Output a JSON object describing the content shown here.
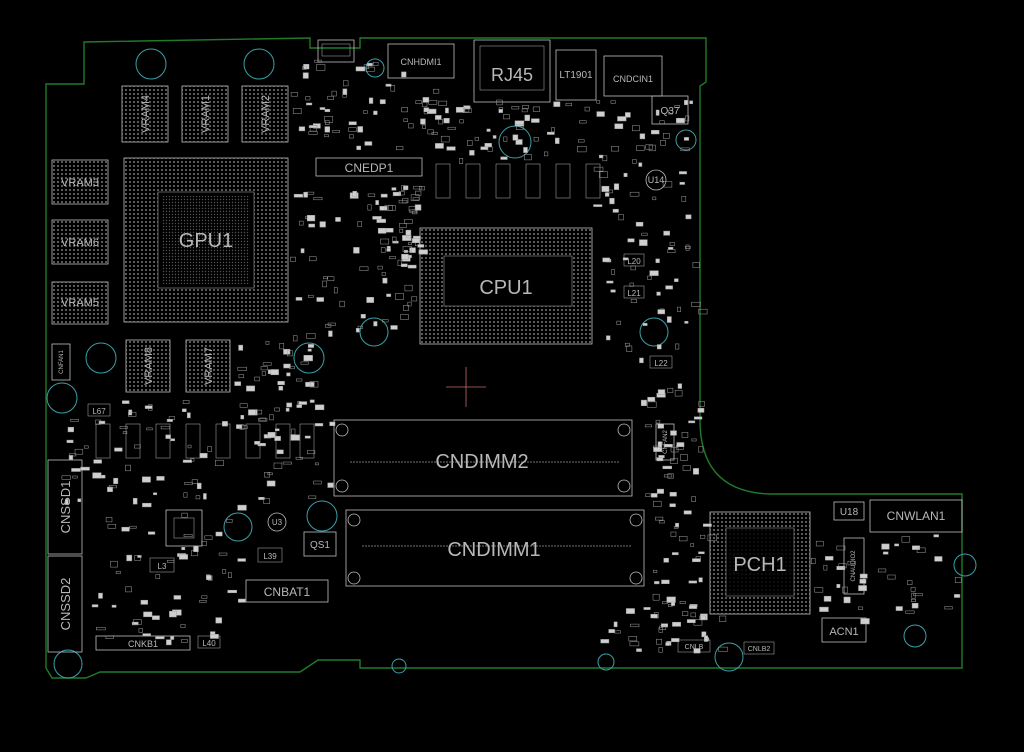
{
  "colors": {
    "background": "#000000",
    "board_edge": "#1f7a2a",
    "silkscreen": "#bdbdbd",
    "mounting_hole": "#3aa0a8",
    "crosshair": "#c86a6a"
  },
  "components": {
    "gpu": "GPU1",
    "cpu": "CPU1",
    "pch": "PCH1",
    "vram1": "VRAM1",
    "vram2": "VRAM2",
    "vram3": "VRAM3",
    "vram4": "VRAM4",
    "vram5": "VRAM5",
    "vram6": "VRAM6",
    "vram7": "VRAM7",
    "vram8": "VRAM8",
    "dimm1": "CNDIMM1",
    "dimm2": "CNDIMM2",
    "ssd1": "CNSSD1",
    "ssd2": "CNSSD2",
    "rj45": "RJ45",
    "hdmi": "CNHDMI1",
    "edp": "CNEDP1",
    "dcin": "CNDCIN1",
    "lt1901": "LT1901",
    "bat": "CNBAT1",
    "kb": "CNKB1",
    "wlan": "CNWLAN1",
    "acn": "ACN1",
    "u18": "U18",
    "u14": "U14",
    "q37": "Q37",
    "l20": "L20",
    "l21": "L21",
    "l22": "L22",
    "l3": "L3",
    "l39": "L39",
    "l40": "L40",
    "l67": "L67",
    "u3": "U3",
    "qs1": "QS1",
    "cnlb": "CNLB",
    "cnlb2": "CNLB2",
    "cnfan2": "CNFAN2",
    "cnfan1": "CNFAN1",
    "cnaud": "CNAUDIO2"
  }
}
